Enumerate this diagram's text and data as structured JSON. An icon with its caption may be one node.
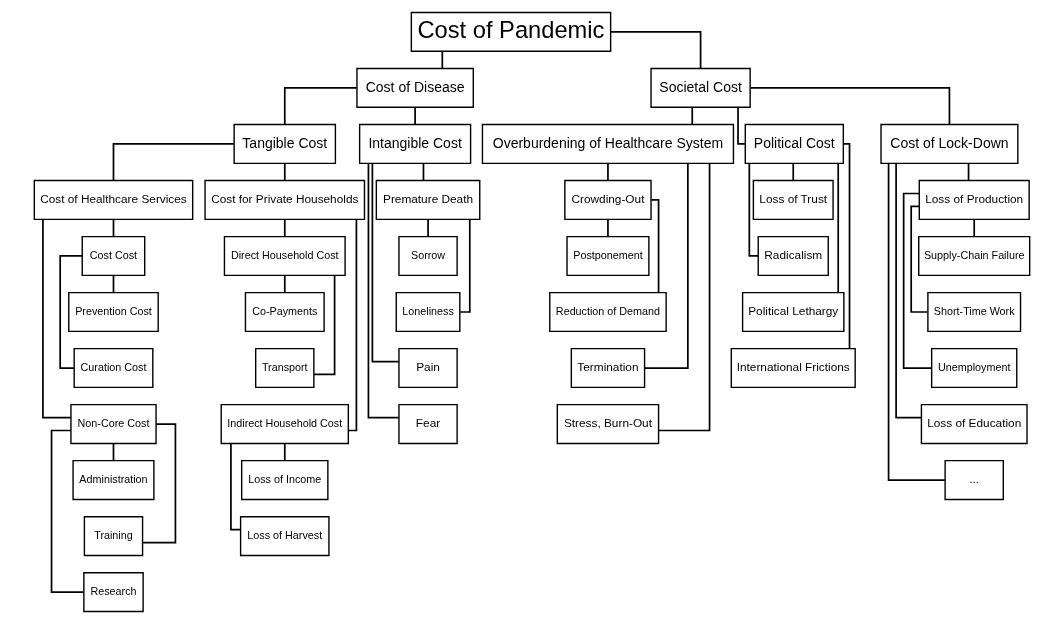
{
  "diagram": {
    "nodes": [
      {
        "text": [
          "Cost of Pandemic"
        ]
      },
      {
        "text": [
          "Cost of Disease"
        ]
      },
      {
        "text": [
          "Tangible Cost"
        ]
      },
      {
        "text": [
          "Cost of Healthcare Services"
        ]
      },
      {
        "text": [
          "Cost Cost"
        ]
      },
      {
        "text": [
          "Prevention Cost"
        ]
      },
      {
        "text": [
          "Curation Cost"
        ]
      },
      {
        "text": [
          "Non-Core Cost"
        ]
      },
      {
        "text": [
          "Administration"
        ]
      },
      {
        "text": [
          "Training"
        ]
      },
      {
        "text": [
          "Research"
        ]
      },
      {
        "text": [
          "Cost for Private Households"
        ]
      },
      {
        "text": [
          "Direct Household Cost"
        ]
      },
      {
        "text": [
          "Co-Payments"
        ]
      },
      {
        "text": [
          "Transport"
        ]
      },
      {
        "text": [
          "Indirect Household Cost"
        ]
      },
      {
        "text": [
          "Loss of Income"
        ]
      },
      {
        "text": [
          "Loss of Harvest"
        ]
      },
      {
        "text": [
          "Intangible Cost"
        ]
      },
      {
        "text": [
          "Premature Death"
        ]
      },
      {
        "text": [
          "Sorrow"
        ]
      },
      {
        "text": [
          "Loneliness"
        ]
      },
      {
        "text": [
          "Pain"
        ]
      },
      {
        "text": [
          "Fear"
        ]
      },
      {
        "text": [
          "Societal Cost"
        ]
      },
      {
        "text": [
          "Overburdening of Healthcare System"
        ]
      },
      {
        "text": [
          "Crowding-Out"
        ]
      },
      {
        "text": [
          "Postponement"
        ]
      },
      {
        "text": [
          "Reduction of Demand"
        ]
      },
      {
        "text": [
          "Termination"
        ]
      },
      {
        "text": [
          "Stress, Burn-Out"
        ]
      },
      {
        "text": [
          "Political Cost"
        ]
      },
      {
        "text": [
          "Loss of Trust"
        ]
      },
      {
        "text": [
          "Radicalism"
        ]
      },
      {
        "text": [
          "Political Lethargy"
        ]
      },
      {
        "text": [
          "International Frictions"
        ]
      },
      {
        "text": [
          "Cost of Lock-Down"
        ]
      },
      {
        "text": [
          "Loss of Production"
        ]
      },
      {
        "text": [
          "Supply-Chain Failure"
        ]
      },
      {
        "text": [
          "Short-Time Work"
        ]
      },
      {
        "text": [
          "Unemployment"
        ]
      },
      {
        "text": [
          "Loss of Education"
        ]
      },
      {
        "text": [
          "..."
        ]
      }
    ],
    "edges": [
      {
        "from": 0,
        "to": 1,
        "arrow": "none"
      },
      {
        "from": 0,
        "to": 24,
        "arrow": "none"
      },
      {
        "from": 1,
        "to": 2,
        "arrow": "none"
      },
      {
        "from": 1,
        "to": 18,
        "arrow": "none"
      },
      {
        "from": 2,
        "to": 3,
        "arrow": "none"
      },
      {
        "from": 2,
        "to": 11,
        "arrow": "none"
      },
      {
        "from": 3,
        "to": 4,
        "arrow": "none"
      },
      {
        "from": 4,
        "to": 5,
        "arrow": "none"
      },
      {
        "from": 4,
        "to": 6,
        "arrow": "none"
      },
      {
        "from": 3,
        "to": 7,
        "arrow": "none"
      },
      {
        "from": 7,
        "to": 8,
        "arrow": "none"
      },
      {
        "from": 7,
        "to": 9,
        "arrow": "none"
      },
      {
        "from": 7,
        "to": 10,
        "arrow": "none"
      },
      {
        "from": 11,
        "to": 12,
        "arrow": "none"
      },
      {
        "from": 12,
        "to": 13,
        "arrow": "none"
      },
      {
        "from": 12,
        "to": 14,
        "arrow": "none"
      },
      {
        "from": 11,
        "to": 15,
        "arrow": "none"
      },
      {
        "from": 15,
        "to": 16,
        "arrow": "none"
      },
      {
        "from": 15,
        "to": 17,
        "arrow": "none"
      },
      {
        "from": 18,
        "to": 19,
        "arrow": "none"
      },
      {
        "from": 19,
        "to": 20,
        "arrow": "none"
      },
      {
        "from": 19,
        "to": 21,
        "arrow": "none"
      },
      {
        "from": 18,
        "to": 22,
        "arrow": "none"
      },
      {
        "from": 18,
        "to": 23,
        "arrow": "none"
      },
      {
        "from": 24,
        "to": 25,
        "arrow": "none"
      },
      {
        "from": 24,
        "to": 31,
        "arrow": "none"
      },
      {
        "from": 24,
        "to": 36,
        "arrow": "none"
      },
      {
        "from": 25,
        "to": 26,
        "arrow": "none"
      },
      {
        "from": 26,
        "to": 27,
        "arrow": "none"
      },
      {
        "from": 26,
        "to": 28,
        "arrow": "none"
      },
      {
        "from": 25,
        "to": 29,
        "arrow": "none"
      },
      {
        "from": 25,
        "to": 30,
        "arrow": "none"
      },
      {
        "from": 31,
        "to": 32,
        "arrow": "none"
      },
      {
        "from": 31,
        "to": 33,
        "arrow": "none"
      },
      {
        "from": 31,
        "to": 34,
        "arrow": "none"
      },
      {
        "from": 31,
        "to": 35,
        "arrow": "none"
      },
      {
        "from": 36,
        "to": 37,
        "arrow": "none"
      },
      {
        "from": 37,
        "to": 38,
        "arrow": "none"
      },
      {
        "from": 37,
        "to": 39,
        "arrow": "none"
      },
      {
        "from": 37,
        "to": 40,
        "arrow": "none"
      },
      {
        "from": 36,
        "to": 41,
        "arrow": "none"
      },
      {
        "from": 36,
        "to": 42,
        "arrow": "none"
      }
    ]
  }
}
